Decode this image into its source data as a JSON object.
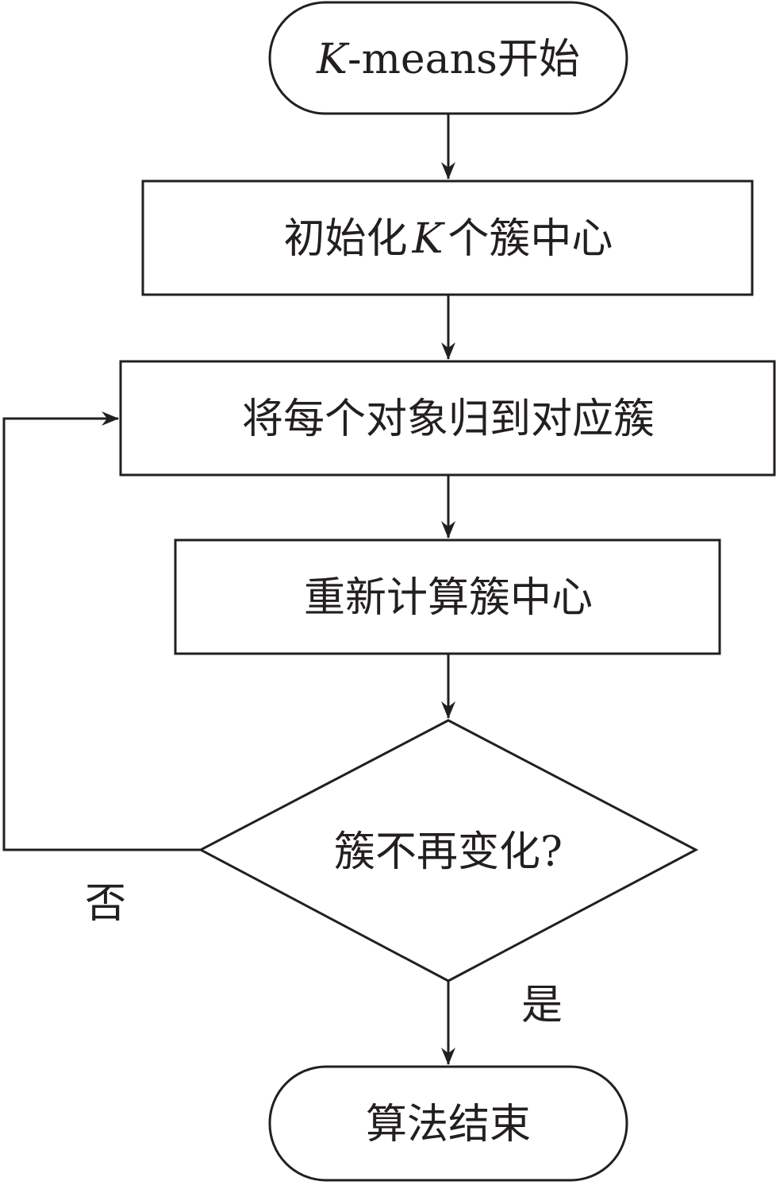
{
  "diagram": {
    "start": {
      "k": "K",
      "rest": "-means开始"
    },
    "init": {
      "prefix": "初始化",
      "k": "K",
      "suffix": "个簇中心"
    },
    "assign": {
      "label": "将每个对象归到对应簇"
    },
    "recompute": {
      "label": "重新计算簇中心"
    },
    "decision": {
      "label": "簇不再变化?"
    },
    "no_label": "否",
    "yes_label": "是",
    "end": {
      "label": "算法结束"
    }
  },
  "colors": {
    "stroke": "#231f20",
    "fill": "#ffffff"
  }
}
